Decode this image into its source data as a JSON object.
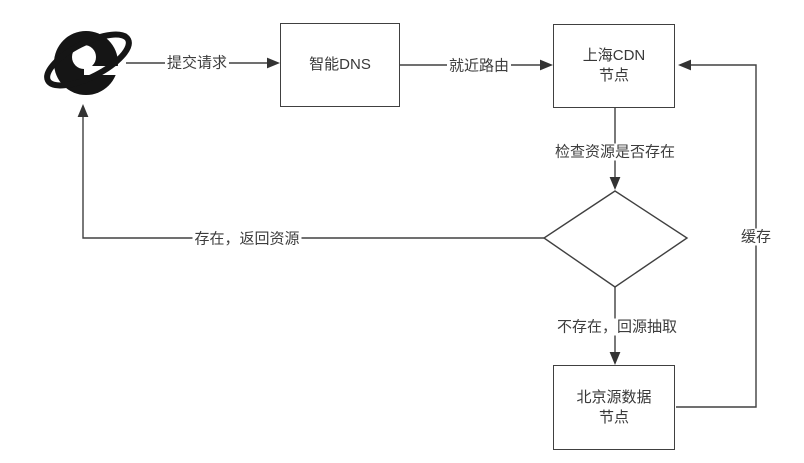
{
  "diagram": {
    "title": "CDN request flow diagram",
    "nodes": {
      "browser": {
        "icon": "ie-browser-icon"
      },
      "dns": {
        "label": "智能DNS"
      },
      "shanghai": {
        "line1": "上海CDN",
        "line2": "节点"
      },
      "beijing": {
        "line1": "北京源数据",
        "line2": "节点"
      }
    },
    "edge_labels": {
      "submit_request": "提交请求",
      "nearest_route": "就近路由",
      "check_resource": "检查资源是否存在",
      "exists_return": "存在，返回资源",
      "not_exists_fetch": "不存在，回源抽取",
      "cache": "缓存"
    },
    "colors": {
      "line": "#404040",
      "text": "#383838",
      "background": "#ffffff"
    }
  }
}
